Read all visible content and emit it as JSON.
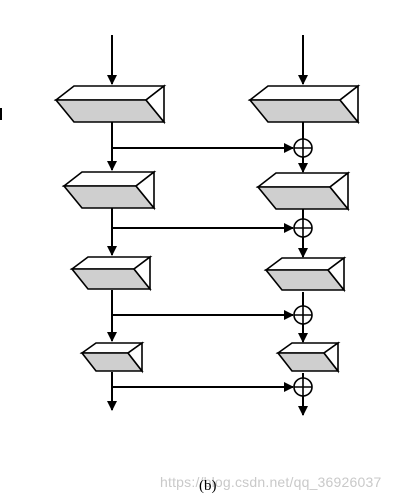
{
  "figure": {
    "caption": "(b)",
    "watermark": "https://blog.csdn.net/qq_36926037"
  },
  "colors": {
    "stroke": "#000000",
    "top_face": "#ffffff",
    "front_face": "#cfcfcf",
    "side_face": "#ffffff"
  },
  "columns": [
    {
      "id": "left",
      "blocks": 4,
      "kind": "feature-blocks"
    },
    {
      "id": "right",
      "blocks": 4,
      "kind": "merged-blocks-with-add"
    }
  ],
  "lateral_connections": 4,
  "operator_symbol": "circled-plus"
}
